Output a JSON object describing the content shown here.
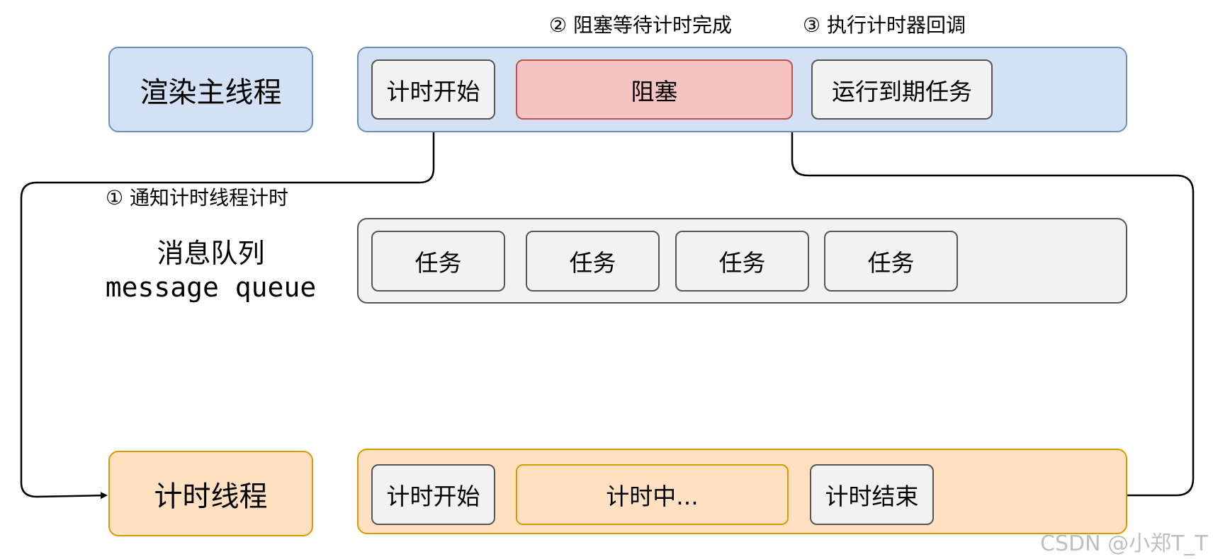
{
  "colors": {
    "blue_fill": "#d4e1f5",
    "blue_border": "#6c8ebf",
    "gray_fill": "#f2f2f2",
    "gray_border": "#555555",
    "red_fill": "#f6c3c3",
    "red_border": "#b85450",
    "orange_fill": "#ffe0c0",
    "orange_border": "#d79b00"
  },
  "annotations": {
    "step1": "① 通知计时线程计时",
    "step2": "② 阻塞等待计时完成",
    "step3": "③ 执行计时器回调"
  },
  "main_thread": {
    "label": "渲染主线程",
    "items": [
      "计时开始",
      "阻塞",
      "运行到期任务"
    ]
  },
  "message_queue": {
    "label_zh": "消息队列",
    "label_en": "message queue",
    "items": [
      "任务",
      "任务",
      "任务",
      "任务"
    ]
  },
  "timer_thread": {
    "label": "计时线程",
    "items": [
      "计时开始",
      "计时中...",
      "计时结束"
    ]
  },
  "watermark": "CSDN @小郑T_T"
}
